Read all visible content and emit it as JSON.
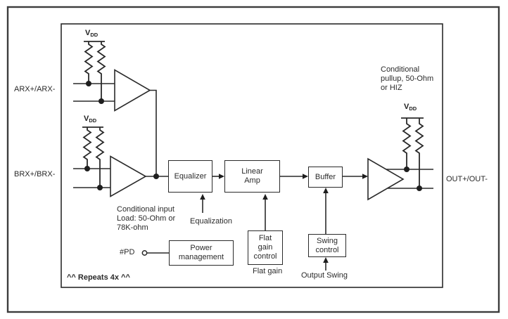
{
  "figure": {
    "signals": {
      "arx": "ARX+/ARX-",
      "brx": "BRX+/BRX-",
      "out": "OUT+/OUT-",
      "pd": "#PD"
    },
    "supply": {
      "main": "V",
      "sub": "DD"
    },
    "blocks": {
      "equalizer": [
        "Equalizer"
      ],
      "linear_amp": [
        "Linear",
        "Amp"
      ],
      "buffer": [
        "Buffer"
      ],
      "power_management": [
        "Power",
        "management"
      ],
      "flat_gain_control": [
        "Flat",
        "gain",
        "control"
      ],
      "swing_control": [
        "Swing",
        "control"
      ]
    },
    "annotations": {
      "conditional_pullup": [
        "Conditional",
        "pullup, 50-Ohm",
        "or HIZ"
      ],
      "conditional_input": [
        "Conditional input",
        "Load: 50-Ohm or",
        "78K-ohm"
      ],
      "equalization": "Equalization",
      "flat_gain": "Flat gain",
      "output_swing": "Output Swing",
      "repeats_note": "^^ Repeats 4x ^^"
    },
    "colors": {
      "line": "#2a2a2a",
      "outer_border": "#3c3c3c",
      "background": "#ffffff"
    }
  }
}
